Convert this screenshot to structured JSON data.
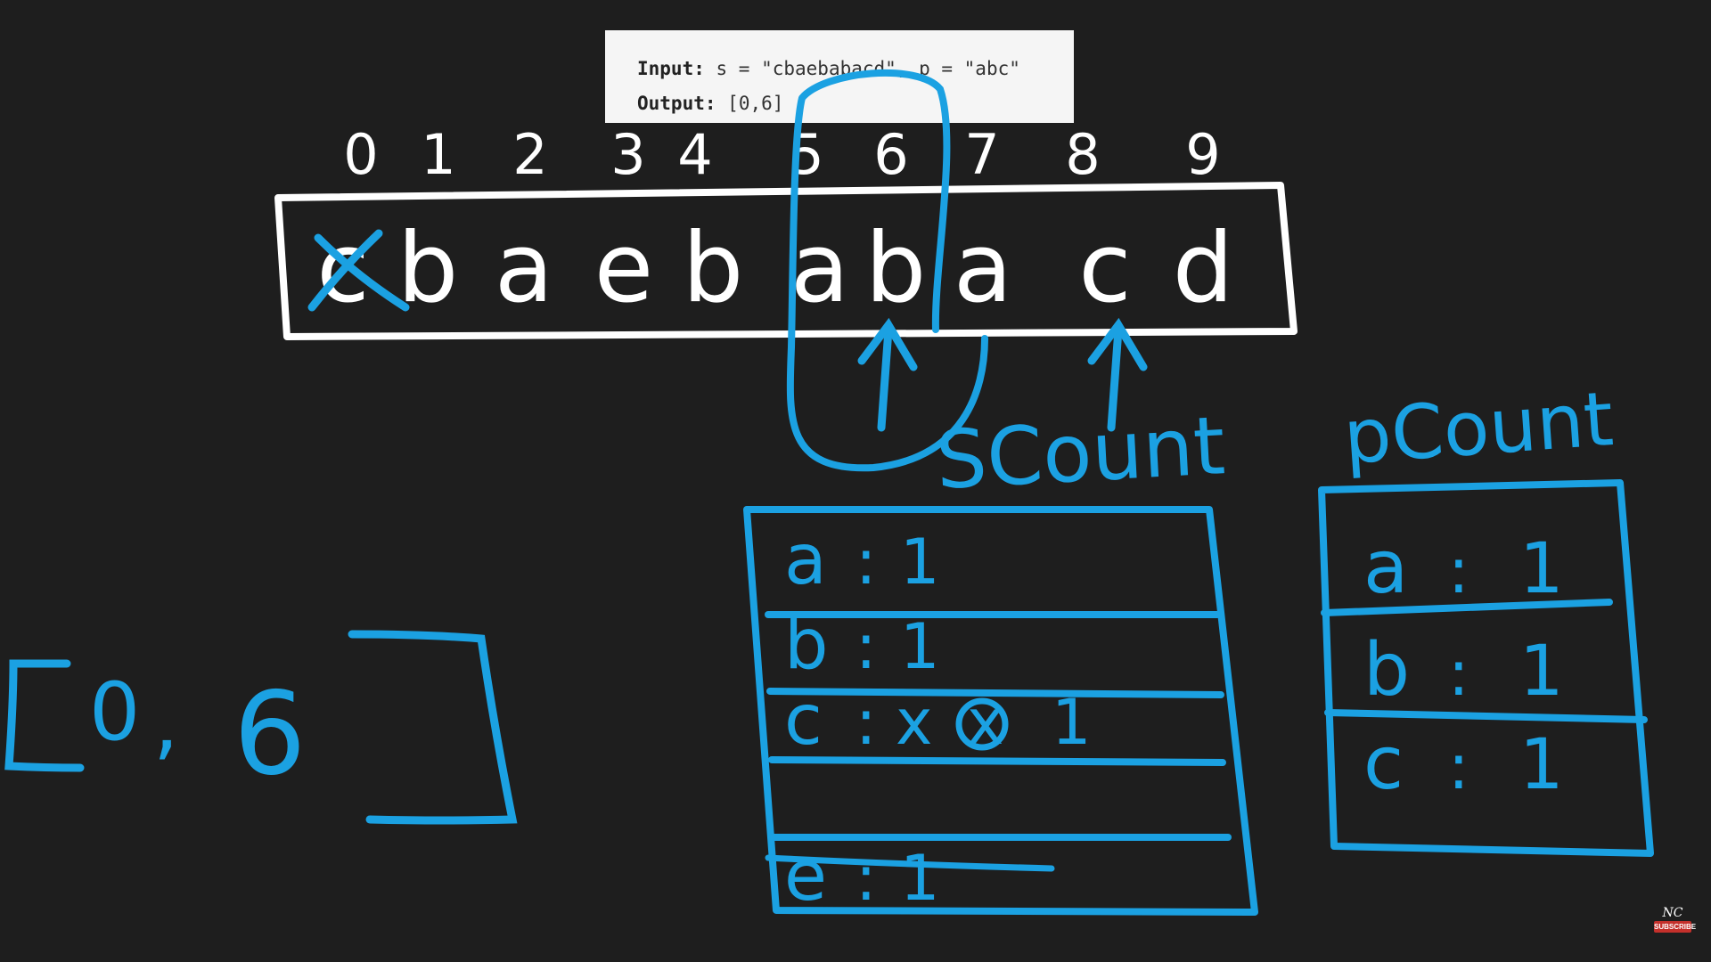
{
  "example": {
    "input_label": "Input:",
    "input_value": "s = \"cbaebabacd\", p = \"abc\"",
    "output_label": "Output:",
    "output_value": "[0,6]"
  },
  "indices": [
    "0",
    "1",
    "2",
    "3",
    "4",
    "5",
    "6",
    "7",
    "8",
    "9"
  ],
  "string_chars": [
    "c",
    "b",
    "a",
    "e",
    "b",
    "a",
    "b",
    "a",
    "c",
    "d"
  ],
  "window": {
    "start": 5,
    "end": 6
  },
  "pointers": [
    6,
    8
  ],
  "result": {
    "open": "[",
    "values": [
      "0",
      "6"
    ],
    "sep": ",",
    "close": "]"
  },
  "scount": {
    "title": "SCount",
    "rows": [
      {
        "key": "a",
        "sep": ":",
        "value": "1"
      },
      {
        "key": "b",
        "sep": ":",
        "value": "1"
      },
      {
        "key": "c",
        "sep": ":",
        "struck": [
          "x",
          "x"
        ],
        "value": "1"
      },
      {
        "key": "",
        "sep": "",
        "value": ""
      },
      {
        "key": "e",
        "sep": ":",
        "value": "1"
      }
    ]
  },
  "pcount": {
    "title": "pCount",
    "rows": [
      {
        "key": "a",
        "sep": ":",
        "value": "1"
      },
      {
        "key": "b",
        "sep": ":",
        "value": "1"
      },
      {
        "key": "c",
        "sep": ":",
        "value": "1"
      }
    ]
  },
  "subscribe": {
    "logo": "NC",
    "label": "SUBSCRIBE"
  },
  "colors": {
    "ink_white": "#ffffff",
    "ink_blue": "#1ba1e2",
    "background": "#1e1e1e"
  }
}
